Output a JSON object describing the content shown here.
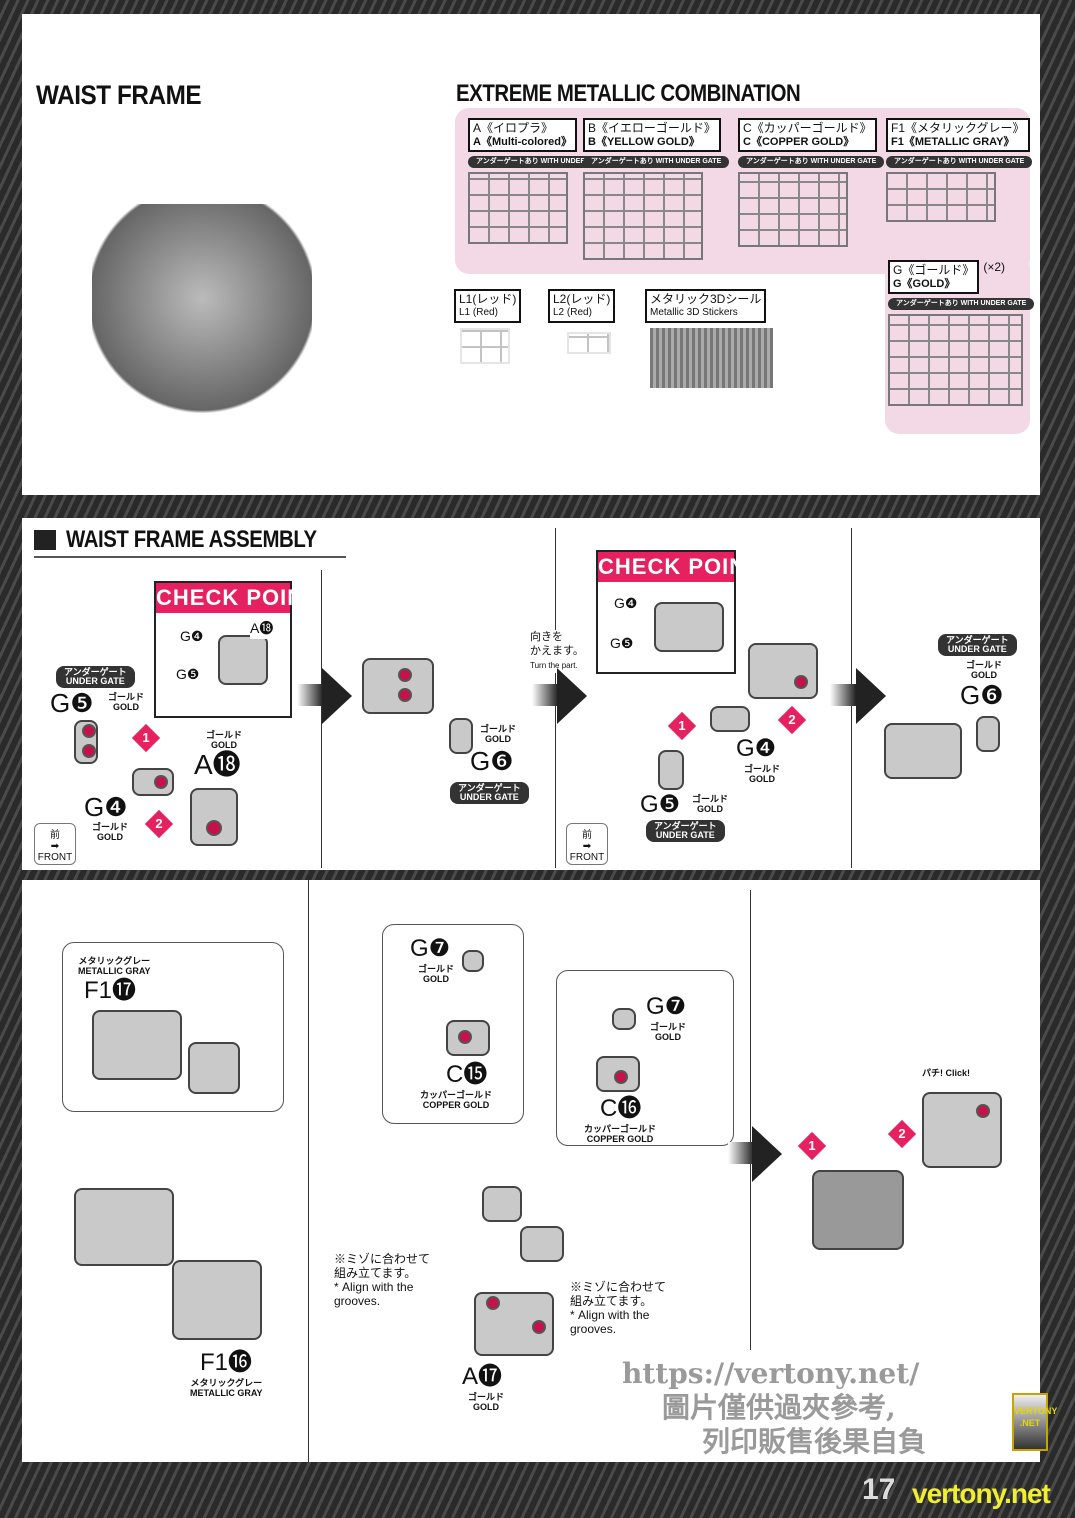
{
  "header": {
    "title": "WAIST FRAME",
    "combo_title": "EXTREME METALLIC COMBINATION"
  },
  "runners": [
    {
      "jp": "A《イロプラ》",
      "en": "A《Multi-colored》",
      "gate": "アンダーゲートあり WITH UNDER GATE"
    },
    {
      "jp": "B《イエローゴールド》",
      "en": "B《YELLOW GOLD》",
      "gate": "アンダーゲートあり WITH UNDER GATE"
    },
    {
      "jp": "C《カッパーゴールド》",
      "en": "C《COPPER GOLD》",
      "gate": "アンダーゲートあり WITH UNDER GATE"
    },
    {
      "jp": "F1《メタリックグレー》",
      "en": "F1《METALLIC GRAY》",
      "gate": "アンダーゲートあり WITH UNDER GATE"
    },
    {
      "jp": "G《ゴールド》",
      "en": "G《GOLD》",
      "gate": "アンダーゲートあり WITH UNDER GATE",
      "qty": "(×2)"
    }
  ],
  "extras": [
    {
      "jp": "L1(レッド)",
      "en": "L1 (Red)"
    },
    {
      "jp": "L2(レッド)",
      "en": "L2 (Red)"
    },
    {
      "jp": "メタリック3Dシール",
      "en": "Metallic 3D Stickers"
    }
  ],
  "assembly": {
    "title": "WAIST FRAME ASSEMBLY",
    "check_point": "CHECK POINT",
    "under_gate_jp": "アンダーゲート",
    "under_gate_en": "UNDER GATE",
    "gold_jp": "ゴールド",
    "gold_en": "GOLD",
    "copper_jp": "カッパーゴールド",
    "copper_en": "COPPER GOLD",
    "mgray_jp": "メタリックグレー",
    "mgray_en": "METALLIC GRAY",
    "front_jp": "前",
    "front_en": "FRONT",
    "turn_jp": "向きを\nかえます。",
    "turn_en": "Turn the part.",
    "parts": {
      "g5": "G❺",
      "g4": "G❹",
      "a18": "A⓲",
      "g6": "G❻",
      "g7": "G❼",
      "c15": "C⓯",
      "c16": "C⓰",
      "a17": "A⓱",
      "f117": "F1⓱",
      "f116": "F1⓰"
    },
    "steps": [
      "1",
      "2"
    ],
    "align_jp": "※ミゾに合わせて\n組み立てます。",
    "align_en": "* Align with the\ngrooves.",
    "click": "パチ! Click!"
  },
  "footer": {
    "page": "17",
    "site": "vertony.net",
    "badge": "VERTONY .NET"
  },
  "watermark": {
    "line1": "https://vertony.net/",
    "line2": "圖片僅供過夾參考,",
    "line3": "列印販售後果自負"
  }
}
